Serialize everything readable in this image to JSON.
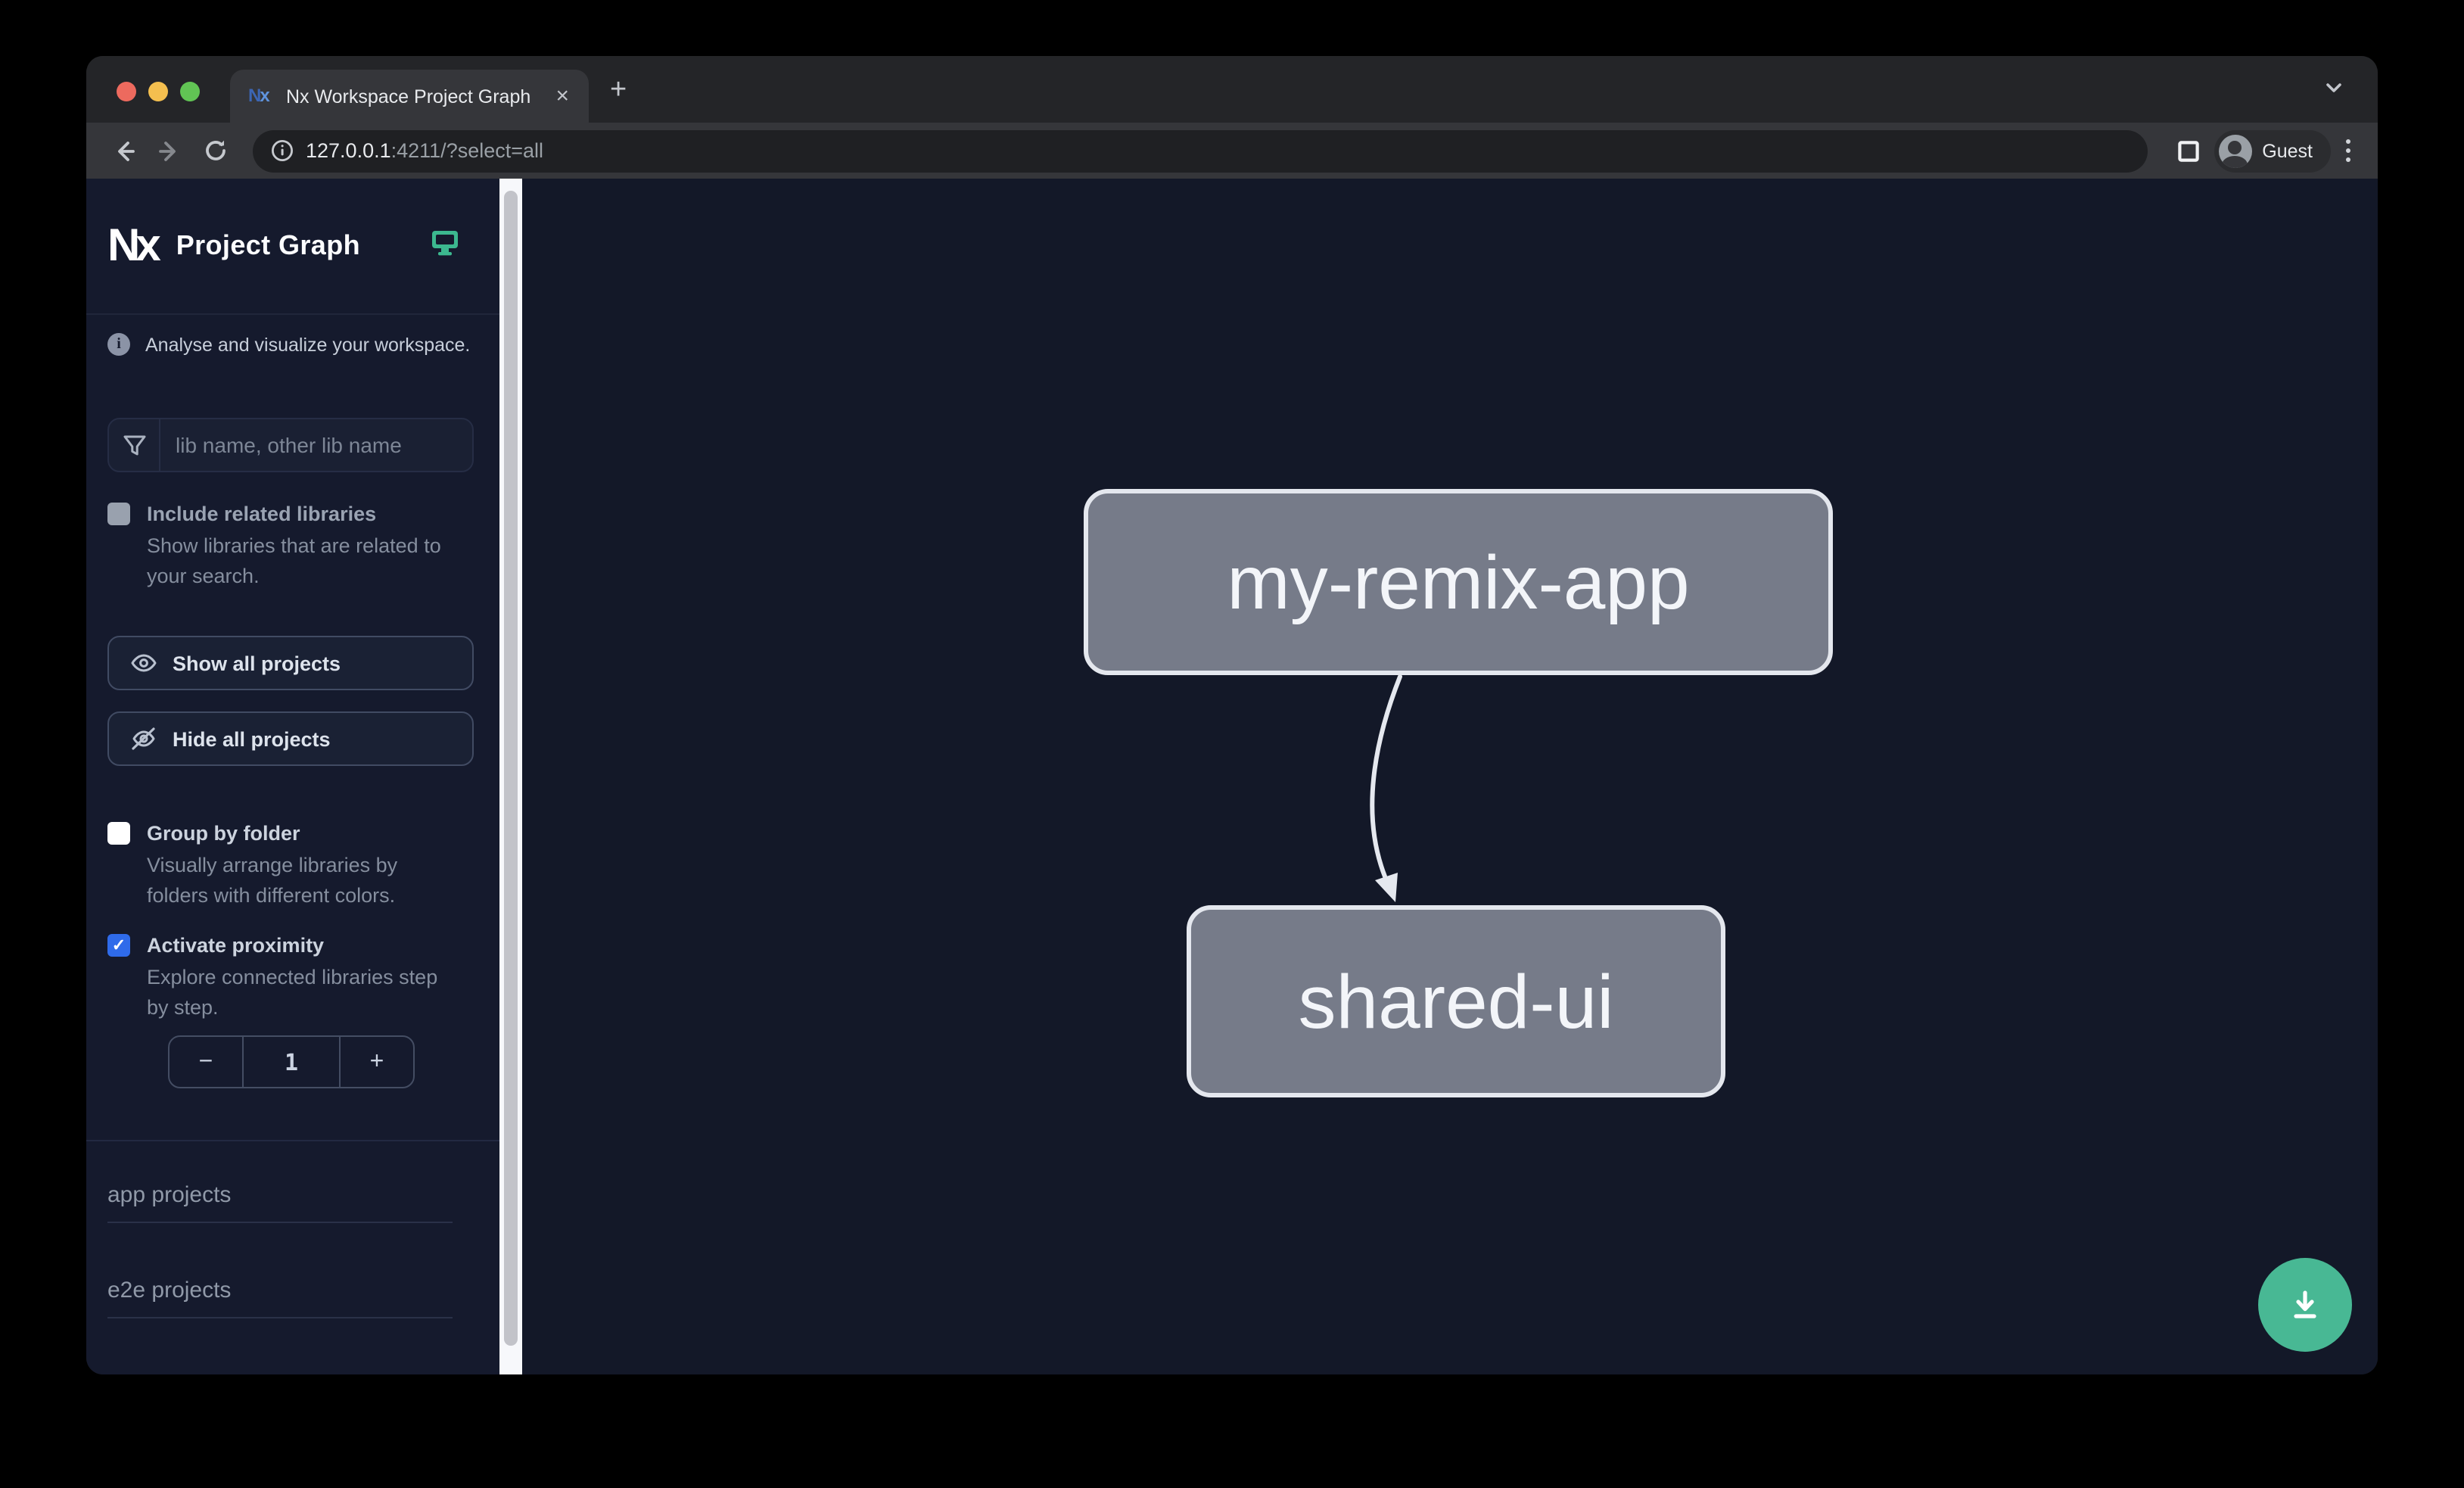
{
  "browser": {
    "tab": {
      "title": "Nx Workspace Project Graph",
      "close_glyph": "×",
      "new_tab_glyph": "+"
    },
    "address": {
      "host": "127.0.0.1",
      "rest": ":4211/?select=all"
    },
    "profile_label": "Guest"
  },
  "sidebar": {
    "app_title": "Project Graph",
    "logo_text": "Nx",
    "tagline": "Analyse and visualize your workspace.",
    "filter_placeholder": "lib name, other lib name",
    "include_related": {
      "label": "Include related libraries",
      "description": "Show libraries that are related to your search.",
      "checked": false
    },
    "show_all_label": "Show all projects",
    "hide_all_label": "Hide all projects",
    "group_by_folder": {
      "label": "Group by folder",
      "description": "Visually arrange libraries by folders with different colors.",
      "checked": false
    },
    "activate_proximity": {
      "label": "Activate proximity",
      "description": "Explore connected libraries step by step.",
      "checked": true,
      "check_glyph": "✓"
    },
    "proximity": {
      "decrement": "−",
      "value": "1",
      "increment": "+"
    },
    "sections": [
      {
        "label": "app projects"
      },
      {
        "label": "e2e projects"
      }
    ]
  },
  "graph": {
    "nodes": [
      {
        "id": "my-remix-app"
      },
      {
        "id": "shared-ui"
      }
    ],
    "edge": {
      "from": "my-remix-app",
      "to": "shared-ui"
    }
  },
  "colors": {
    "accent_blue": "#2f6bea",
    "nx_green": "#3cb88f",
    "fab_green": "#48b894",
    "canvas_bg": "#131828",
    "sidebar_bg": "#151a2d",
    "node_fill": "#767b89",
    "node_border": "#e4e7ee"
  }
}
